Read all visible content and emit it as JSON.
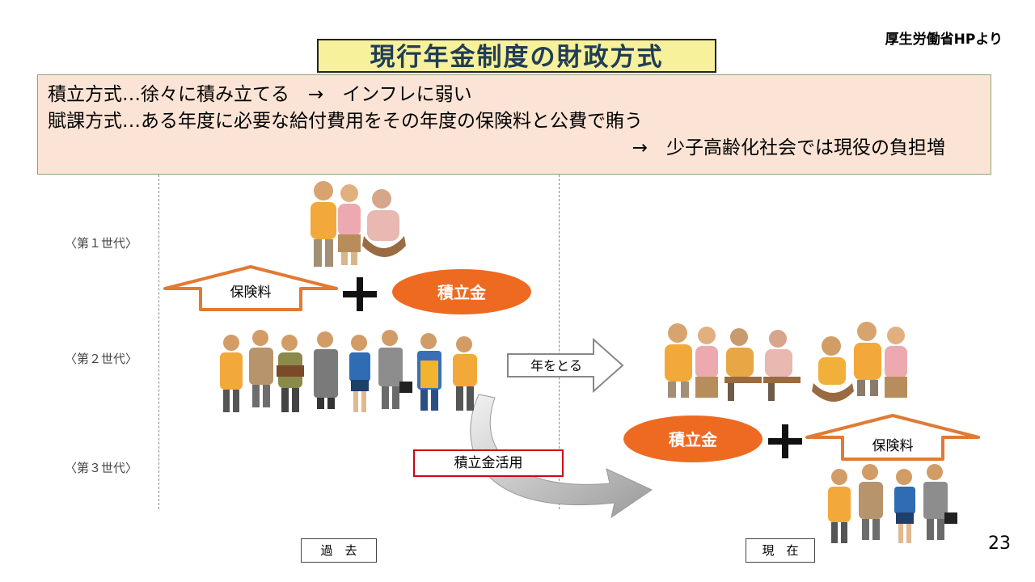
{
  "source_note": "厚生労働省HPより",
  "title": "現行年金制度の財政方式",
  "explanation": {
    "line1": "積立方式…徐々に積み立てる　→　インフレに弱い",
    "line2": "賦課方式…ある年度に必要な給付費用をその年度の保険料と公費で賄う",
    "line3": "→　少子高齢化社会では現役の負担増"
  },
  "generations": {
    "first": "〈第１世代〉",
    "second": "〈第２世代〉",
    "third": "〈第３世代〉"
  },
  "left": {
    "premium_label": "保険料",
    "fund_label": "積立金"
  },
  "aging_arrow_label": "年をとる",
  "fund_use_label": "積立金活用",
  "right": {
    "fund_label": "積立金",
    "premium_label": "保険料"
  },
  "timeline": {
    "past": "過　去",
    "present": "現　在"
  },
  "page_number": "23",
  "colors": {
    "title_bg": "#f6f19a",
    "explain_bg": "#fbe4d5",
    "fund_orange": "#ee6a21",
    "arrow_orange": "#e07a35",
    "red_border": "#d0021b"
  }
}
